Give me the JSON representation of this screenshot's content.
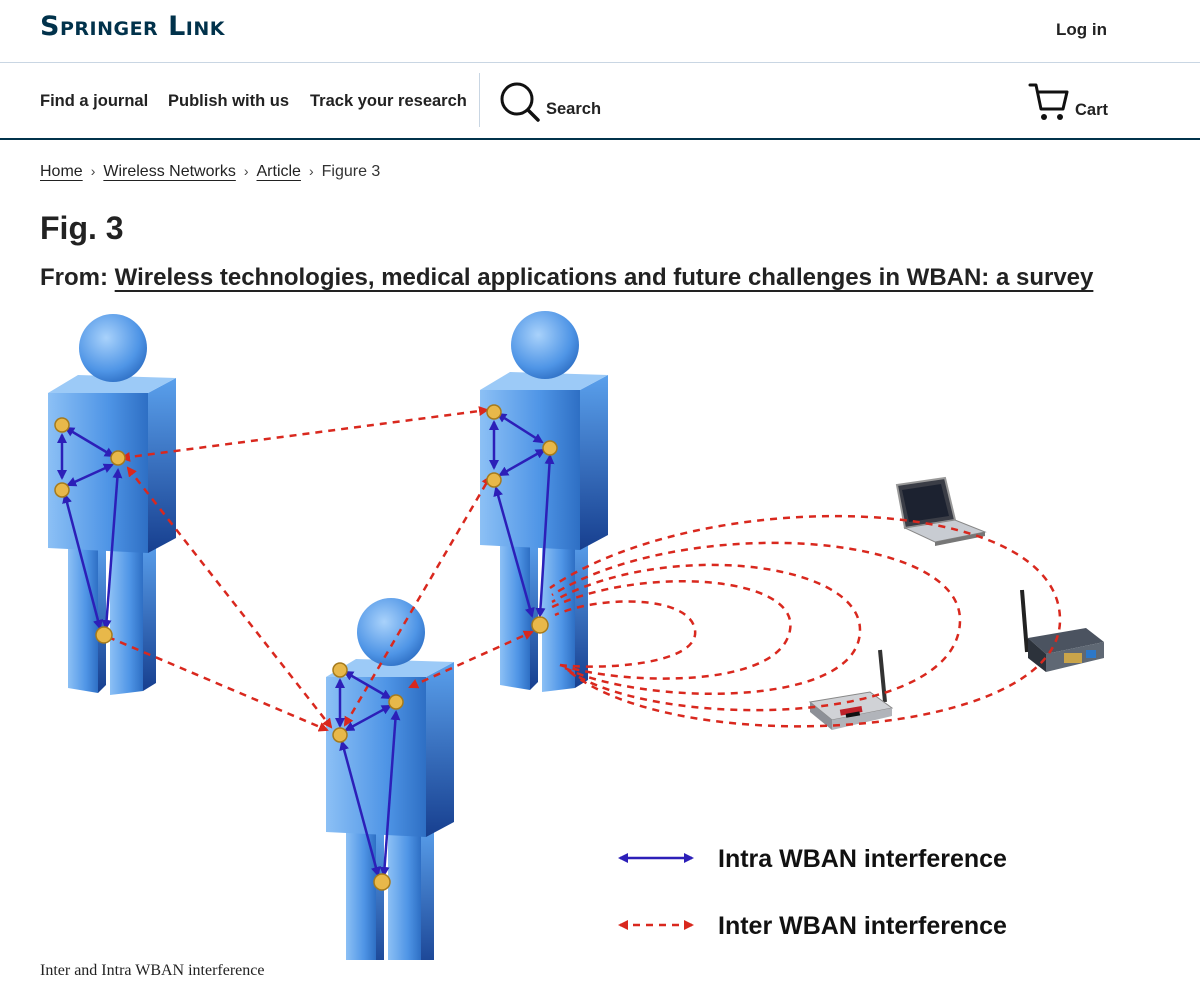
{
  "header": {
    "logo_text": "Springer Link",
    "login_label": "Log in"
  },
  "nav": {
    "find_journal": "Find a journal",
    "publish": "Publish with us",
    "track": "Track your research",
    "search_label": "Search",
    "cart_label": "Cart"
  },
  "breadcrumb": {
    "home": "Home",
    "journal": "Wireless Networks",
    "article": "Article",
    "current": "Figure 3"
  },
  "figure": {
    "title": "Fig. 3",
    "from_prefix": "From:",
    "article_title": "Wireless technologies, medical applications and future challenges in WBAN: a survey",
    "legend_intra": "Intra WBAN interference",
    "legend_inter": "Inter WBAN interference",
    "caption": "Inter and Intra WBAN interference",
    "colors": {
      "intra_arrow": "#2c1fb8",
      "inter_arrow": "#d9281e",
      "person_blue": "#4f95e6",
      "sensor_gold": "#e8b84a"
    }
  }
}
